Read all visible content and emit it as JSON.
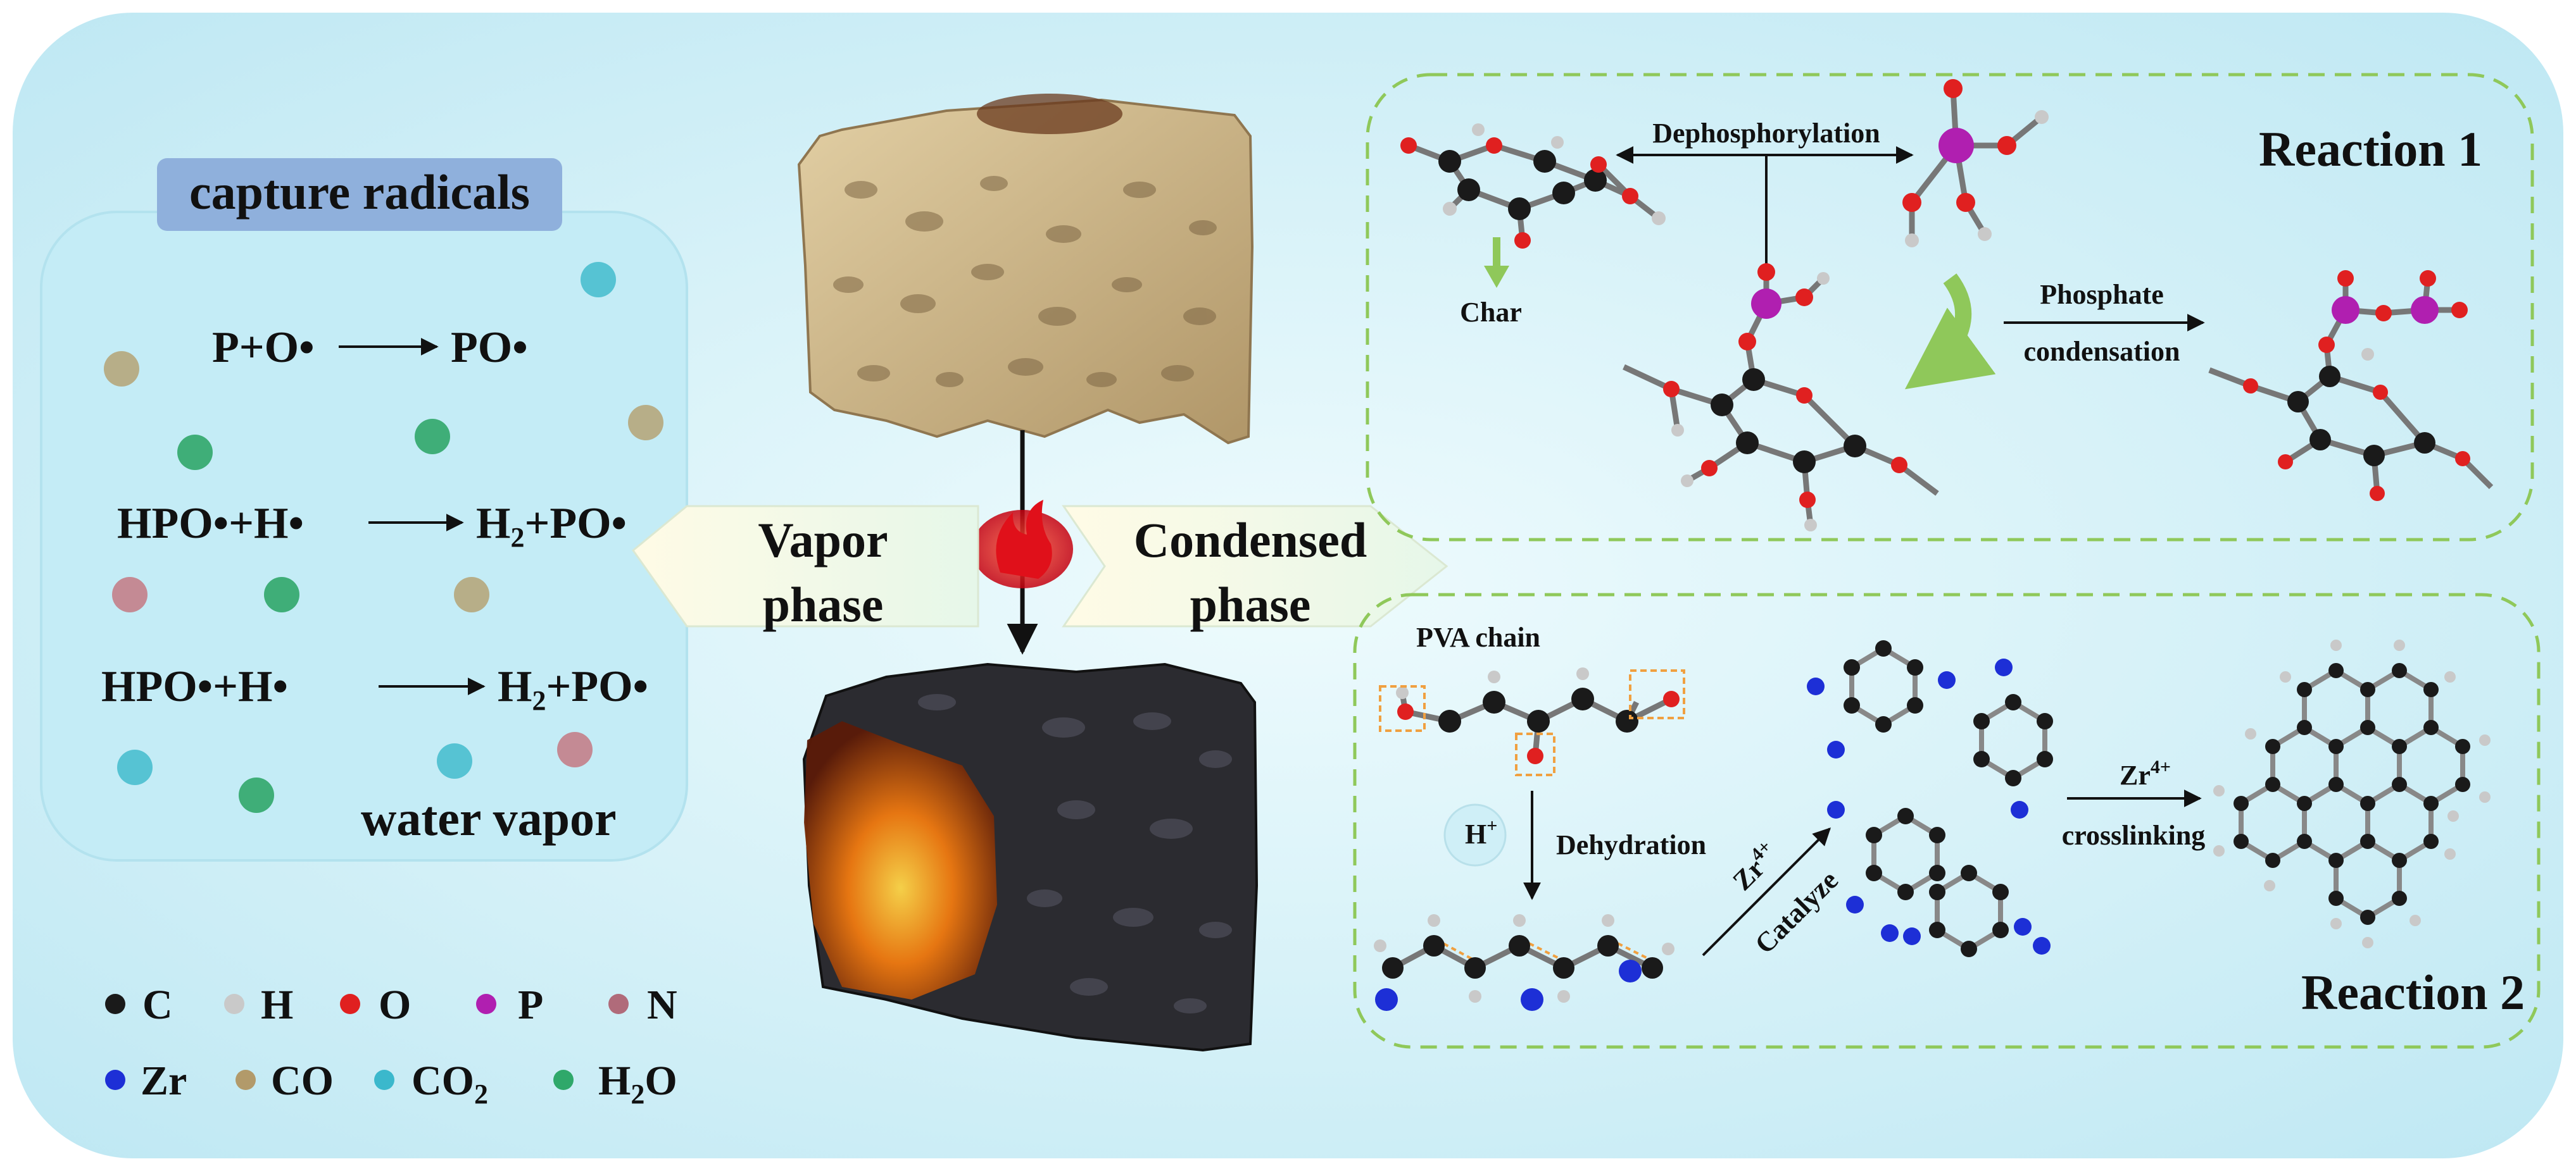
{
  "colors": {
    "background": "#dff6fb",
    "panel": "#c9eef7",
    "tab": "#8fb0dc",
    "reaction_border": "#8fc85a",
    "carbon": "#1a1a1a",
    "hydrogen": "#c9c9c9",
    "oxygen": "#e02020",
    "phosphorus": "#b01fb0",
    "nitrogen": "#b06b7a",
    "zirconium": "#1d2fd6",
    "co": "#b29a6a",
    "co2": "#3bb8cc",
    "h2o": "#2fa86a",
    "foam": "#cdb488",
    "char": "#2a2a2e",
    "flame": "#f08a10",
    "flame_core": "#e21a1a"
  },
  "left_panel": {
    "title": "capture radicals",
    "eq1_left": "P+O•",
    "eq1_right": "PO•",
    "eq2_left": "HPO•+H•",
    "eq2_right_a": "H",
    "eq2_right_sub": "2",
    "eq2_right_b": "+PO•",
    "eq3_left": "HPO•+H•",
    "eq3_right_a": "H",
    "eq3_right_sub": "2",
    "eq3_right_b": "+PO•",
    "water_vapor": "water vapor"
  },
  "center": {
    "vapor_line1": "Vapor",
    "vapor_line2": "phase",
    "condensed_line1": "Condensed",
    "condensed_line2": "phase"
  },
  "reaction1": {
    "title": "Reaction 1",
    "dephosphorylation": "Dephosphorylation",
    "char": "Char",
    "phosphate_line1": "Phosphate",
    "phosphate_line2": "condensation"
  },
  "reaction2": {
    "title": "Reaction 2",
    "pva_chain": "PVA chain",
    "h_plus": "H",
    "h_plus_sup": "+",
    "dehydration": "Dehydration",
    "zr_a": "Zr",
    "zr_a_sup": "4+",
    "catalyze": "Catalyze",
    "zr_b": "Zr",
    "zr_b_sup": "4+",
    "crosslinking": "crosslinking"
  },
  "legend": {
    "row1": [
      "C",
      "H",
      "O",
      "P",
      "N"
    ],
    "row2": [
      "Zr",
      "CO",
      "CO",
      "H",
      "O"
    ],
    "co2_sub": "2",
    "h2o_sub": "2"
  }
}
